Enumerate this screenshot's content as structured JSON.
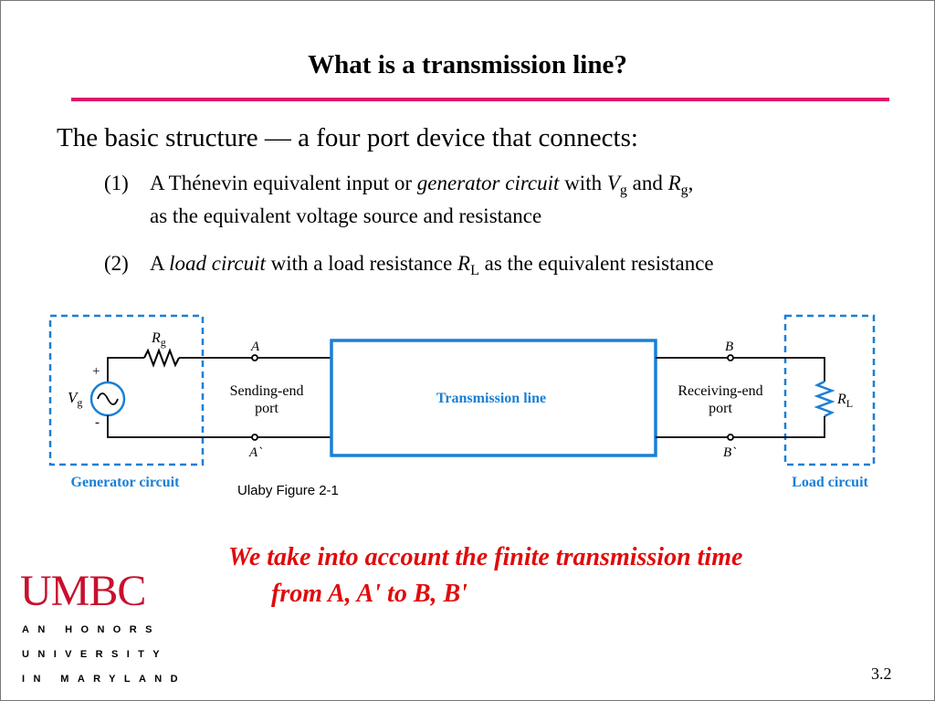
{
  "slide": {
    "title": "What is a transmission line?",
    "intro": "The basic structure — a four port device that connects:",
    "item1": {
      "num": "(1)",
      "pre": "A Thénevin equivalent input or ",
      "em": "generator circuit",
      "mid": " with ",
      "v": "V",
      "v_sub": "g",
      "and": " and ",
      "r": "R",
      "r_sub": "g",
      "end": ",",
      "line2": "as the equivalent voltage source and resistance"
    },
    "item2": {
      "num": "(2)",
      "pre": "A ",
      "em": "load circuit",
      "mid": " with a load resistance ",
      "r": "R",
      "r_sub": "L",
      "end": " as the equivalent resistance"
    },
    "caption": "Ulaby Figure 2-1",
    "note_line1": "We take into account the finite transmission time",
    "note_line2": "from A, A' to B, B'",
    "page_number": "3.2"
  },
  "diagram": {
    "generator_label": "Generator circuit",
    "load_label": "Load circuit",
    "rg_main": "R",
    "rg_sub": "g",
    "vg_main": "V",
    "vg_sub": "g",
    "plus": "+",
    "minus": "-",
    "rl_main": "R",
    "rl_sub": "L",
    "node_a": "A",
    "node_a_prime": "A`",
    "node_b": "B",
    "node_b_prime": "B`",
    "sending_line1": "Sending-end",
    "sending_line2": "port",
    "receiving_line1": "Receiving-end",
    "receiving_line2": "port",
    "tline_label": "Transmission line",
    "accent_color": "#1a7fd6"
  },
  "logo": {
    "word": "UMBC",
    "line1": "AN HONORS",
    "line2": "UNIVERSITY",
    "line3": "IN MARYLAND"
  }
}
